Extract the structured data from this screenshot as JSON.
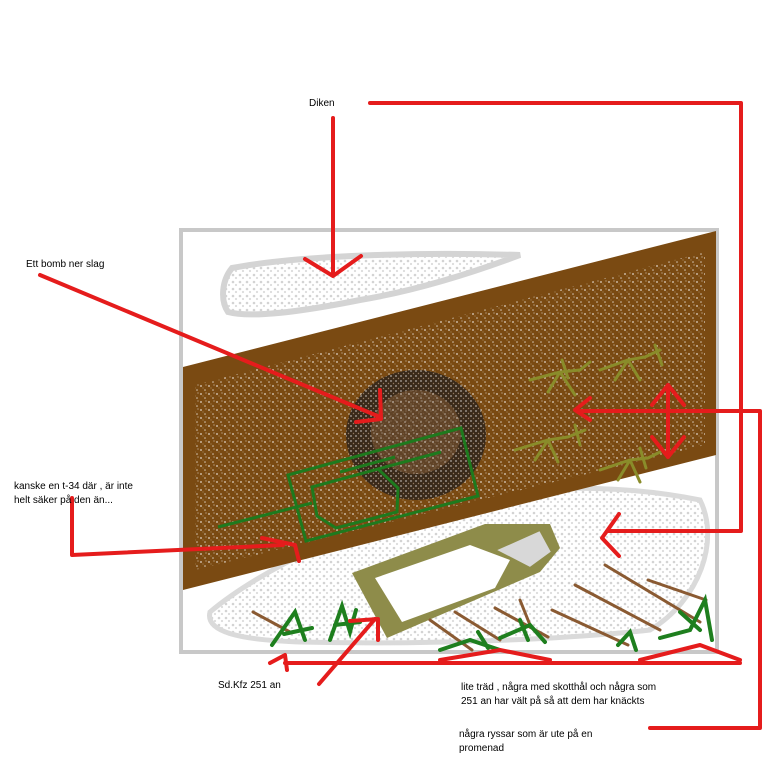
{
  "labels": {
    "diken": "Diken",
    "bomb": "Ett bomb ner slag",
    "t34": "kanske en t-34 där , är inte\nhelt säker på den än...",
    "sdkfz": "Sd.Kfz 251 an",
    "trees": "lite träd , några med skotthål och några som\n251 an har vält på så att dem har knäckts",
    "russians": "några ryssar som är ute på en\npromenad"
  },
  "colors": {
    "arrow": "#e51c1c",
    "ground": "#7a4a12",
    "frame": "#c8c8c8",
    "tank": "#1e7a1e",
    "halftrack": "#8e8c4a",
    "soldiers": "#8a8c2a",
    "trees": "#8a5a32",
    "bushes": "#1e7f1e",
    "crater": "#2a2a2a"
  }
}
